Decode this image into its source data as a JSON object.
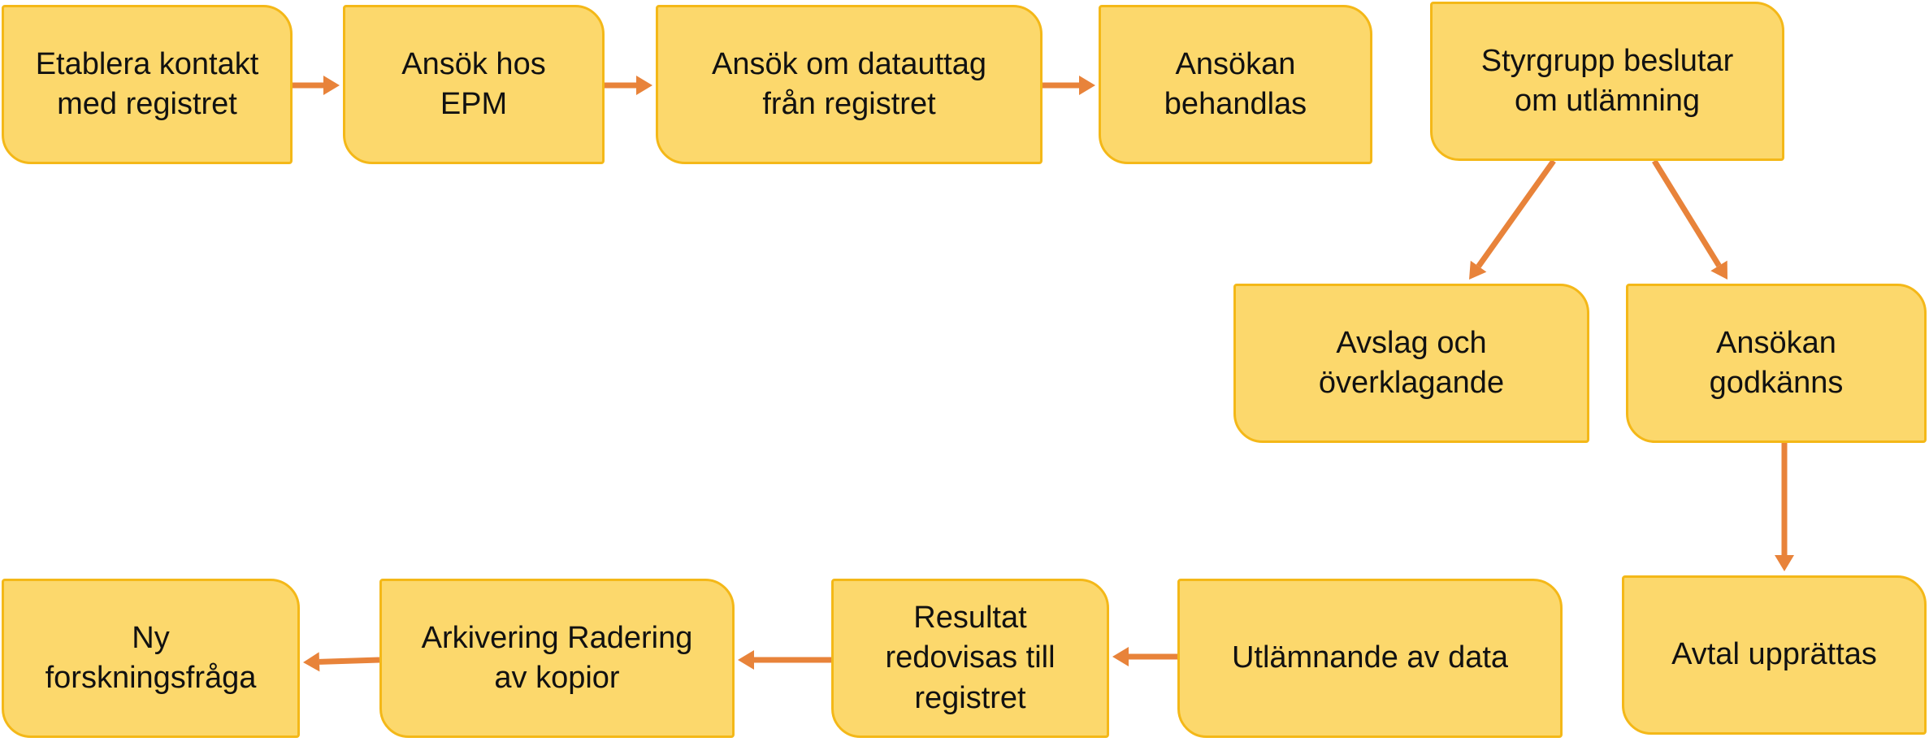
{
  "colors": {
    "box_fill": "#FCD86C",
    "box_border": "#F4B818",
    "arrow": "#E8833A",
    "text": "#111111"
  },
  "diagram": {
    "type": "flowchart",
    "nodes": [
      {
        "id": "n1",
        "label": "Etablera kontakt\nmed registret"
      },
      {
        "id": "n2",
        "label": "Ansök hos\nEPM"
      },
      {
        "id": "n3",
        "label": "Ansök om datauttag\nfrån registret"
      },
      {
        "id": "n4",
        "label": "Ansökan\nbehandlas"
      },
      {
        "id": "n5",
        "label": "Styrgrupp beslutar\nom utlämning"
      },
      {
        "id": "n6",
        "label": "Avslag och\növerklagande"
      },
      {
        "id": "n7",
        "label": "Ansökan\ngodkänns"
      },
      {
        "id": "n8",
        "label": "Avtal upprättas"
      },
      {
        "id": "n9",
        "label": "Utlämnande av data"
      },
      {
        "id": "n10",
        "label": "Resultat\nredovisas till\nregistret"
      },
      {
        "id": "n11",
        "label": "Arkivering Radering\nav kopior"
      },
      {
        "id": "n12",
        "label": "Ny\nforskningsfråga"
      }
    ],
    "edges": [
      {
        "from": "n1",
        "to": "n2"
      },
      {
        "from": "n2",
        "to": "n3"
      },
      {
        "from": "n3",
        "to": "n4"
      },
      {
        "from": "n5",
        "to": "n6"
      },
      {
        "from": "n5",
        "to": "n7"
      },
      {
        "from": "n7",
        "to": "n8"
      },
      {
        "from": "n9",
        "to": "n10"
      },
      {
        "from": "n10",
        "to": "n11"
      },
      {
        "from": "n11",
        "to": "n12"
      }
    ]
  }
}
